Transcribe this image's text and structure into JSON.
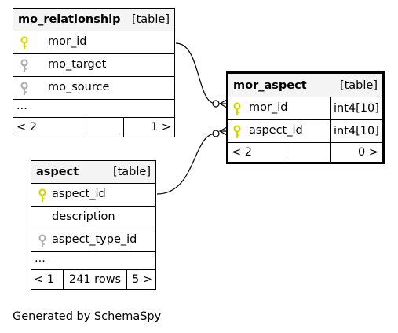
{
  "tables": {
    "mo_relationship": {
      "name": "mo_relationship",
      "kind": "[table]",
      "columns": [
        {
          "name": "mor_id",
          "key": "primary"
        },
        {
          "name": "mo_target",
          "key": "foreign"
        },
        {
          "name": "mo_source",
          "key": "foreign"
        }
      ],
      "ellipsis": "...",
      "footer": {
        "parents": "< 2",
        "rows": "",
        "children": "1 >"
      }
    },
    "mor_aspect": {
      "name": "mor_aspect",
      "kind": "[table]",
      "columns": [
        {
          "name": "mor_id",
          "type": "int4[10]",
          "key": "primary"
        },
        {
          "name": "aspect_id",
          "type": "int4[10]",
          "key": "primary"
        }
      ],
      "footer": {
        "parents": "< 2",
        "rows": "",
        "children": "0 >"
      }
    },
    "aspect": {
      "name": "aspect",
      "kind": "[table]",
      "columns": [
        {
          "name": "aspect_id",
          "key": "primary"
        },
        {
          "name": "description",
          "key": "none"
        },
        {
          "name": "aspect_type_id",
          "key": "foreign"
        }
      ],
      "ellipsis": "...",
      "footer": {
        "parents": "< 1",
        "rows": "241 rows",
        "children": "5 >"
      }
    }
  },
  "colors": {
    "primary_key": "#d6d600",
    "foreign_key": "#b0b0b0",
    "header_bg": "#f4f4f4"
  },
  "generated_by": "Generated by SchemaSpy"
}
